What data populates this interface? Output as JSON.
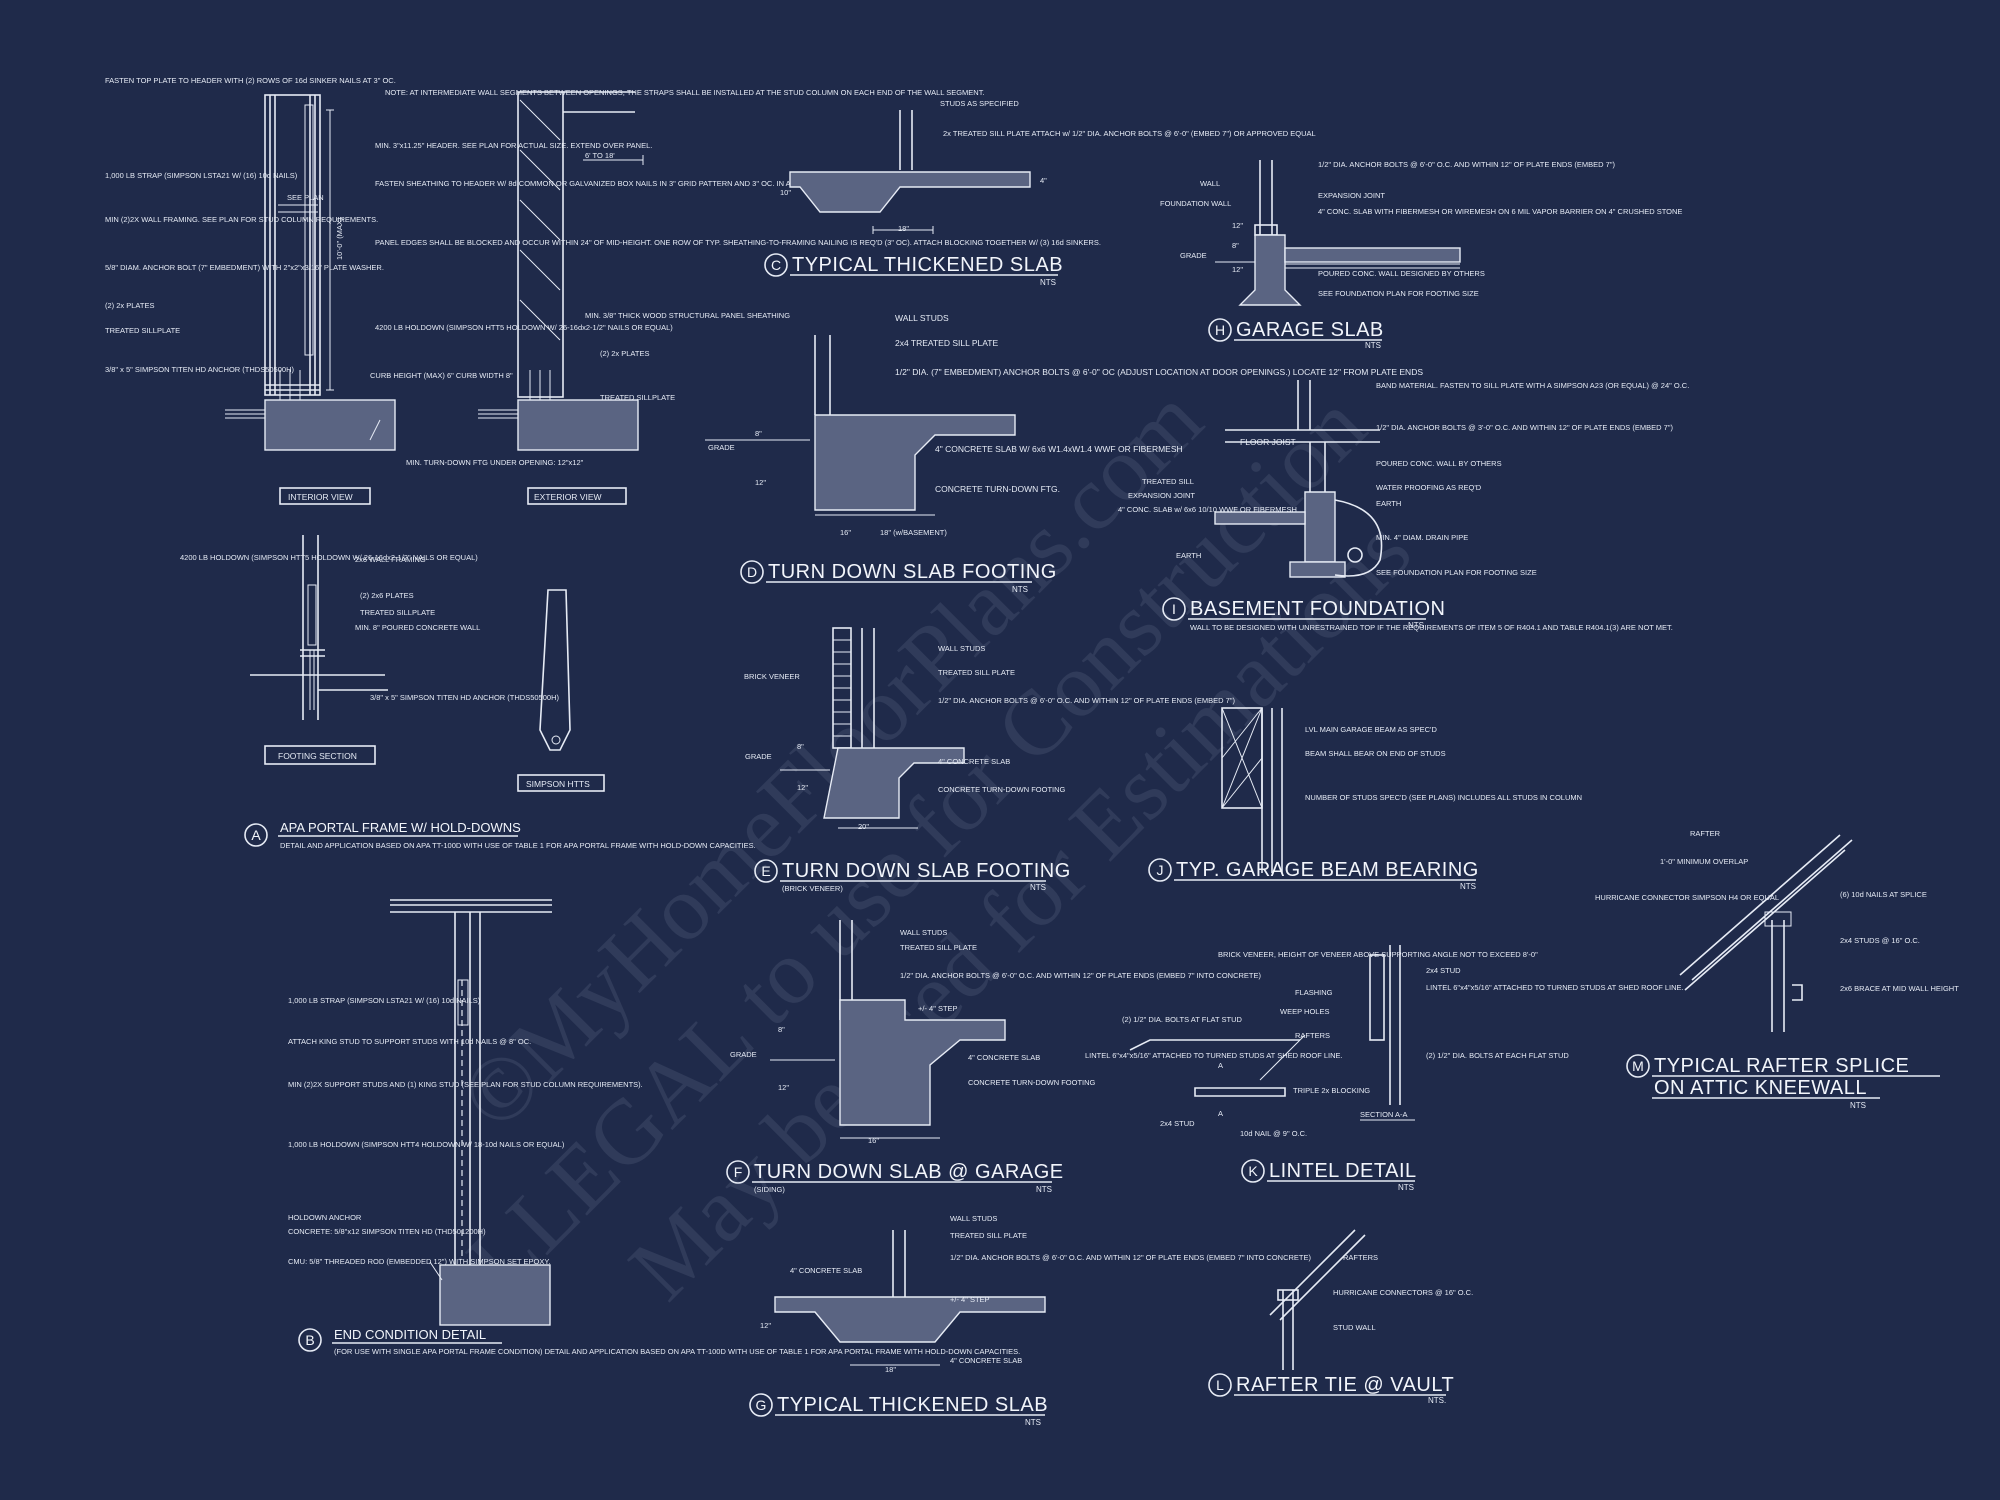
{
  "sheet": {
    "background_color": "#1f2a4a",
    "line_color": "#e6ebf5",
    "watermark": {
      "line1": "©MyHomeFloorPlans.com",
      "line2": "ILLEGAL to use for Construction",
      "line3": "May be used for Estimations"
    },
    "details": {
      "A": {
        "letter": "A",
        "title": "APA PORTAL FRAME W/ HOLD-DOWNS",
        "subtitle": "DETAIL AND APPLICATION BASED ON APA TT-100D WITH USE OF TABLE 1 FOR APA PORTAL FRAME WITH HOLD-DOWN CAPACITIES.",
        "views": [
          "INTERIOR VIEW",
          "EXTERIOR VIEW",
          "FOOTING SECTION",
          "SIMPSON HTTS"
        ],
        "dims": [
          "10'-0\" (MAX)",
          "6' TO 18'",
          "SEE PLAN"
        ],
        "notes_left": [
          "FASTEN TOP PLATE TO HEADER WITH (2) ROWS OF 16d SINKER NAILS AT 3\" OC.",
          "1,000 LB STRAP (SIMPSON LSTA21 W/ (16) 10d NAILS)",
          "MIN (2)2X WALL FRAMING. SEE PLAN FOR STUD COLUMN REQUIREMENTS.",
          "5/8\" DIAM. ANCHOR BOLT (7\" EMBEDMENT) WITH 2\"x2\"x3/16\" PLATE WASHER.",
          "(2) 2x PLATES",
          "TREATED SILLPLATE",
          "3/8\" x 5\" SIMPSON TITEN HD ANCHOR (THDS50500H)"
        ],
        "notes_mid": [
          "NOTE: AT INTERMEDIATE WALL SEGMENTS BETWEEN OPENINGS, THE STRAPS SHALL BE INSTALLED AT THE STUD COLUMN ON EACH END OF THE WALL SEGMENT.",
          "MIN. 3\"x11.25\" HEADER. SEE PLAN FOR ACTUAL SIZE. EXTEND OVER PANEL.",
          "FASTEN SHEATHING TO HEADER W/ 8d COMMON OR GALVANIZED BOX NAILS IN 3\" GRID PATTERN AND 3\" OC. IN ALL FRAMING (STUDS, BLOCKING, AND SILLS) TYP.",
          "PANEL EDGES SHALL BE BLOCKED AND OCCUR WITHIN 24\" OF MID-HEIGHT. ONE ROW OF TYP. SHEATHING-TO-FRAMING NAILING IS REQ'D (3\" OC). ATTACH BLOCKING TOGETHER W/ (3) 16d SINKERS.",
          "4200 LB HOLDOWN (SIMPSON HTT5 HOLDOWN W/ 26-16dx2-1/2\" NAILS OR EQUAL)",
          "CURB HEIGHT (MAX) 6\" CURB WIDTH 8\"",
          "MIN. TURN-DOWN FTG UNDER OPENING: 12\"x12\""
        ],
        "notes_right": [
          "MIN. 3/8\" THICK WOOD STRUCTURAL PANEL SHEATHING",
          "(2) 2x PLATES",
          "TREATED SILLPLATE"
        ],
        "notes_footing": [
          "4200 LB HOLDOWN (SIMPSON HTT5 HOLDOWN W/ 26-16dx2-1/2\" NAILS OR EQUAL)",
          "2x6 WALL FRAMING",
          "(2) 2x6 PLATES",
          "TREATED SILLPLATE",
          "MIN. 8\" POURED CONCRETE WALL",
          "3/8\" x 5\" SIMPSON TITEN HD ANCHOR (THDS50500H)"
        ]
      },
      "B": {
        "letter": "B",
        "title": "END CONDITION DETAIL",
        "subtitle": "(FOR USE WITH SINGLE APA PORTAL FRAME CONDITION) DETAIL AND APPLICATION BASED ON APA TT-100D WITH USE OF TABLE 1 FOR APA PORTAL FRAME WITH HOLD-DOWN CAPACITIES.",
        "notes": [
          "1,000 LB STRAP (SIMPSON LSTA21 W/ (16) 10d NAILS)",
          "ATTACH KING STUD TO SUPPORT STUDS WITH 10d NAILS @ 8\" OC.",
          "MIN (2)2X SUPPORT STUDS AND (1) KING STUD (SEE PLAN FOR STUD COLUMN REQUIREMENTS).",
          "1,000 LB HOLDOWN (SIMPSON HTT4 HOLDOWN W/ 18-10d NAILS OR EQUAL)",
          "HOLDOWN ANCHOR",
          "CONCRETE: 5/8\"x12 SIMPSON TITEN HD (THD501200H)",
          "CMU: 5/8\" THREADED ROD (EMBEDDED 12\") WITH SIMPSON SET EPOXY."
        ]
      },
      "C": {
        "letter": "C",
        "title": "TYPICAL THICKENED SLAB",
        "nts": "NTS",
        "notes": [
          "STUDS AS SPECIFIED",
          "2x TREATED SILL PLATE ATTACH w/ 1/2\" DIA. ANCHOR BOLTS @ 6'-0\" (EMBED 7\") OR APPROVED EQUAL"
        ],
        "dims": [
          "10\"",
          "18\"",
          "4\""
        ]
      },
      "D": {
        "letter": "D",
        "title": "TURN DOWN SLAB FOOTING",
        "nts": "NTS",
        "notes": [
          "WALL STUDS",
          "2x4 TREATED SILL PLATE",
          "1/2\" DIA. (7\" EMBEDMENT) ANCHOR BOLTS @ 6'-0\" OC (ADJUST LOCATION AT DOOR OPENINGS.) LOCATE 12\" FROM PLATE ENDS",
          "4\" CONCRETE SLAB W/ 6x6 W1.4xW1.4 WWF OR FIBERMESH",
          "CONCRETE TURN-DOWN FTG."
        ],
        "labels": [
          "GRADE"
        ],
        "dims": [
          "8\"",
          "12\"",
          "16\"",
          "18\" (w/BASEMENT)"
        ]
      },
      "E": {
        "letter": "E",
        "title": "TURN DOWN SLAB FOOTING",
        "subtitle": "(BRICK VENEER)",
        "nts": "NTS",
        "notes": [
          "WALL STUDS",
          "TREATED SILL PLATE",
          "1/2\" DIA. ANCHOR BOLTS @ 6'-0\" O.C. AND WITHIN 12\" OF PLATE ENDS (EMBED 7\")",
          "4\" CONCRETE SLAB",
          "CONCRETE TURN-DOWN FOOTING"
        ],
        "labels": [
          "BRICK VENEER",
          "GRADE"
        ],
        "dims": [
          "8\"",
          "12\"",
          "20\""
        ]
      },
      "F": {
        "letter": "F",
        "title": "TURN DOWN SLAB @ GARAGE",
        "subtitle": "(SIDING)",
        "nts": "NTS",
        "notes": [
          "WALL STUDS",
          "TREATED SILL PLATE",
          "1/2\" DIA. ANCHOR BOLTS @ 6'-0\" O.C. AND WITHIN 12\" OF PLATE ENDS (EMBED 7\" INTO CONCRETE)",
          "+/- 4\" STEP",
          "4\" CONCRETE SLAB",
          "CONCRETE TURN-DOWN FOOTING"
        ],
        "labels": [
          "GRADE"
        ],
        "dims": [
          "8\"",
          "12\"",
          "16\""
        ]
      },
      "G": {
        "letter": "G",
        "title": "TYPICAL THICKENED SLAB",
        "nts": "NTS",
        "notes": [
          "WALL STUDS",
          "TREATED SILL PLATE",
          "1/2\" DIA. ANCHOR BOLTS @ 6'-0\" O.C. AND WITHIN 12\" OF PLATE ENDS (EMBED 7\" INTO CONCRETE)",
          "+/- 4\" STEP",
          "4\" CONCRETE SLAB",
          "4\" CONCRETE SLAB"
        ],
        "dims": [
          "12\"",
          "18\""
        ]
      },
      "H": {
        "letter": "H",
        "title": "GARAGE SLAB",
        "nts": "NTS",
        "notes": [
          "1/2\" DIA. ANCHOR BOLTS @ 6'-0\" O.C. AND WITHIN 12\" OF PLATE ENDS (EMBED 7\")",
          "EXPANSION JOINT",
          "4\" CONC. SLAB WITH FIBERMESH OR WIREMESH ON 6 MIL VAPOR BARRIER ON 4\" CRUSHED STONE",
          "POURED CONC. WALL DESIGNED BY OTHERS",
          "SEE FOUNDATION PLAN FOR FOOTING SIZE"
        ],
        "labels": [
          "WALL",
          "FOUNDATION WALL",
          "GRADE"
        ],
        "dims": [
          "12\"",
          "8\"",
          "12\""
        ]
      },
      "I": {
        "letter": "I",
        "title": "BASEMENT FOUNDATION",
        "nts": "NTS",
        "subtitle": "WALL TO BE DESIGNED WITH UNRESTRAINED TOP IF THE REQUIREMENTS OF ITEM 5 OF R404.1 AND TABLE R404.1(3) ARE NOT MET.",
        "notes": [
          "BAND MATERIAL. FASTEN TO SILL PLATE WITH A SIMPSON A23 (OR EQUAL) @ 24\" O.C.",
          "1/2\" DIA. ANCHOR BOLTS @ 3'-0\" O.C. AND WITHIN 12\" OF PLATE ENDS (EMBED 7\")",
          "POURED CONC. WALL BY OTHERS",
          "WATER PROOFING AS REQ'D",
          "EARTH",
          "MIN. 4\" DIAM. DRAIN PIPE",
          "SEE FOUNDATION PLAN FOR FOOTING SIZE"
        ],
        "labels": [
          "FLOOR JOIST",
          "TREATED SILL",
          "EXPANSION JOINT",
          "4\" CONC. SLAB w/ 6x6 10/10 WWF OR FIBERMESH",
          "EARTH"
        ]
      },
      "J": {
        "letter": "J",
        "title": "TYP. GARAGE BEAM BEARING",
        "nts": "NTS",
        "notes": [
          "LVL MAIN GARAGE BEAM AS SPEC'D",
          "BEAM SHALL BEAR ON END OF STUDS",
          "NUMBER OF STUDS SPEC'D (SEE PLANS) INCLUDES ALL STUDS IN COLUMN"
        ]
      },
      "K": {
        "letter": "K",
        "title": "LINTEL DETAIL",
        "nts": "NTS",
        "notes_left": [
          "BRICK VENEER, HEIGHT OF VENEER ABOVE SUPPORTING ANGLE NOT TO EXCEED 8'-0\"",
          "FLASHING",
          "WEEP HOLES",
          "RAFTERS",
          "(2) 1/2\" DIA. BOLTS AT FLAT STUD",
          "LINTEL 6\"x4\"x5/16\" ATTACHED TO TURNED STUDS AT SHED ROOF LINE.",
          "TRIPLE 2x BLOCKING",
          "2x4 STUD",
          "10d NAIL @ 9\" O.C."
        ],
        "notes_right": [
          "2x4 STUD",
          "LINTEL 6\"x4\"x5/16\" ATTACHED TO TURNED STUDS AT SHED ROOF LINE.",
          "(2) 1/2\" DIA. BOLTS AT EACH FLAT STUD"
        ],
        "section": "SECTION A-A",
        "marks": [
          "A",
          "A"
        ]
      },
      "L": {
        "letter": "L",
        "title": "RAFTER TIE @ VAULT",
        "nts": "NTS.",
        "notes": [
          "RAFTERS",
          "HURRICANE CONNECTORS @ 16\" O.C.",
          "STUD WALL"
        ]
      },
      "M": {
        "letter": "M",
        "title_line1": "TYPICAL RAFTER SPLICE",
        "title_line2": "ON ATTIC KNEEWALL",
        "nts": "NTS",
        "notes": [
          "RAFTER",
          "1'-0\" MINIMUM OVERLAP",
          "HURRICANE CONNECTOR SIMPSON H4 OR EQUAL",
          "(6) 10d NAILS AT SPLICE",
          "2x4 STUDS @ 16\" O.C.",
          "2x6 BRACE AT MID WALL HEIGHT"
        ]
      }
    }
  }
}
